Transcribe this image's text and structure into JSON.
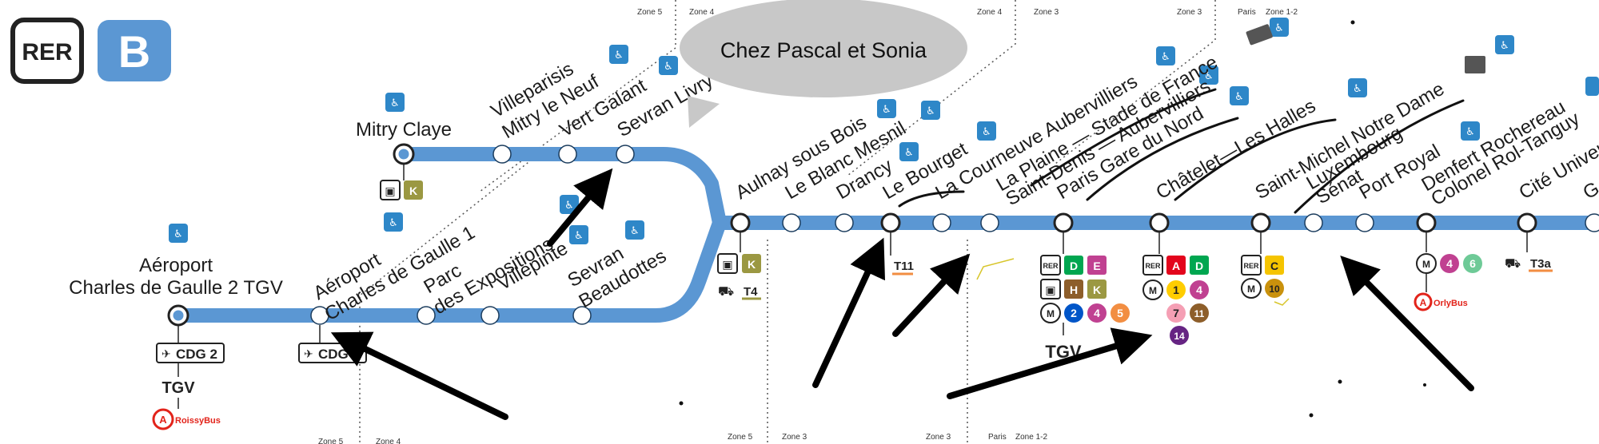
{
  "logo": {
    "rer": "RER",
    "line": "B"
  },
  "callout": {
    "text": "Chez Pascal et Sonia"
  },
  "stations": {
    "cdg2": {
      "name1": "Aéroport",
      "name2": "Charles de Gaulle 2 TGV"
    },
    "cdg1": {
      "name1": "Aéroport",
      "name2": "Charles de Gaulle 1"
    },
    "parc": {
      "name1": "Parc",
      "name2": "des Expositions"
    },
    "villepinte": "Villepinte",
    "sevran_beaudottes": {
      "name1": "Sevran",
      "name2": "Beaudottes"
    },
    "mitry_claye": "Mitry Claye",
    "villeparisis": {
      "name1": "Villeparisis",
      "name2": "Mitry le Neuf"
    },
    "vert_galant": "Vert Galant",
    "sevran_livry": "Sevran Livry",
    "aulnay": "Aulnay sous Bois",
    "blanc_mesnil": "Le Blanc Mesnil",
    "drancy": "Drancy",
    "bourget": "Le Bourget",
    "courneuve": "La Courneuve Aubervilliers",
    "plaine": {
      "name1": "La Plaine — Stade de France",
      "name2": "Saint-Denis — Aubervilliers"
    },
    "gare_nord": "Paris Gare du Nord",
    "chatelet": "Châtelet—Les Halles",
    "st_michel": "Saint-Michel Notre Dame",
    "luxembourg": {
      "name1": "Luxembourg",
      "name2": "Sénat"
    },
    "port_royal": "Port Royal",
    "denfert": {
      "name1": "Denfert Rochereau",
      "name2": "Colonel Rol-Tanguy"
    },
    "cite_univ": "Cité Univer",
    "next_cut": "G"
  },
  "connections": {
    "cdg2_badge": "CDG 2",
    "cdg1_badge": "CDG 1",
    "tgv": "TGV",
    "roissybus": "RoissyBus",
    "orlybus": "OrlyBus",
    "k": "K",
    "t4": "T4",
    "t11": "T11",
    "t3a": "T3a",
    "rer": "RER",
    "m": "M",
    "d": "D",
    "e": "E",
    "h": "H",
    "a": "A",
    "c": "C",
    "m2": "2",
    "m4": "4",
    "m5": "5",
    "m1": "1",
    "m7": "7",
    "m11": "11",
    "m14": "14",
    "m10": "10",
    "m6": "6",
    "tgv_gdn": "TGV"
  },
  "zones": {
    "z5": "Zone 5",
    "z4": "Zone 4",
    "z3": "Zone 3",
    "paris_a": "Paris",
    "paris_b": "Zone 1-2"
  },
  "colors": {
    "line": "#5b97d3",
    "logo_blue": "#5b97d3",
    "rer_a": "#e3051c",
    "rer_c": "#f5c400",
    "rer_d": "#00a650",
    "rer_e": "#c04191",
    "line_h": "#8d5e2a",
    "line_k": "#9b9842",
    "m1": "#ffcd00",
    "m2": "#0055c8",
    "m4": "#c04191",
    "m5": "#f28e42",
    "m6": "#6eca97",
    "m7": "#f59fb4",
    "m10": "#c9910d",
    "m11": "#8d5e2a",
    "m14": "#662483",
    "tram": "#f28e42",
    "bus_red": "#e2231a"
  }
}
